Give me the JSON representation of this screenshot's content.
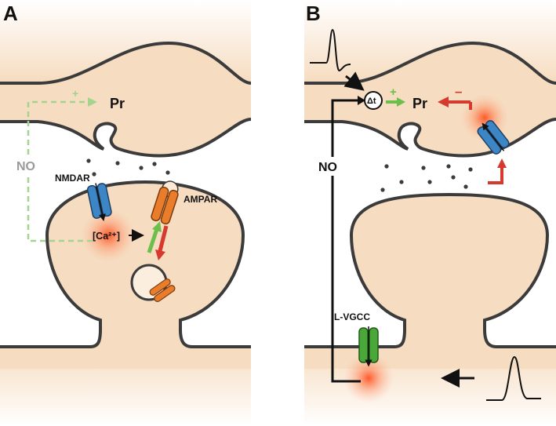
{
  "panel_a": {
    "label": "A",
    "pr_label": "Pr",
    "plus_sign": "+",
    "no_label": "NO",
    "nmdar_label": "NMDAR",
    "ampar_label": "AMPAR",
    "calcium_label": "[Ca²⁺]"
  },
  "panel_b": {
    "label": "B",
    "delta_t_label": "Δt",
    "plus_sign": "+",
    "pr_label": "Pr",
    "minus_sign": "–",
    "no_label": "NO",
    "lvgcc_label": "L-VGCC"
  },
  "colors": {
    "cell_fill": "#f6dcc0",
    "membrane": "#3b3b3b",
    "nmdar_blue": "#3d86c6",
    "ampar_orange": "#ea7d2b",
    "lvgcc_green": "#4aa83a",
    "arrow_green": "#6cbf4a",
    "arrow_red": "#d63a2e",
    "no_dashed_green": "#a5d48f",
    "calcium_glow": "#ff5a2a"
  }
}
